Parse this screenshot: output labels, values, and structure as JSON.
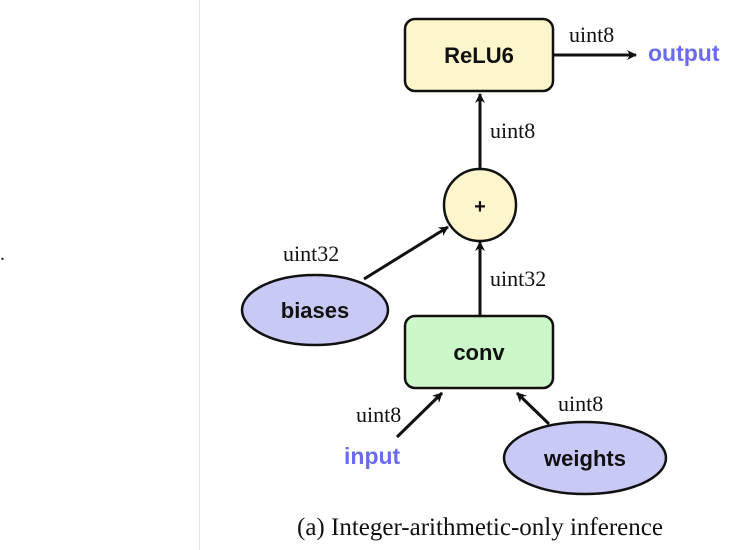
{
  "margin_mark": ".",
  "nodes": {
    "relu6": "ReLU6",
    "add": "+",
    "conv": "conv",
    "biases": "biases",
    "weights": "weights"
  },
  "io": {
    "input": "input",
    "output": "output"
  },
  "edges": {
    "relu_to_output": "uint8",
    "add_to_relu": "uint8",
    "biases_to_add": "uint32",
    "conv_to_add": "uint32",
    "input_to_conv": "uint8",
    "weights_to_conv": "uint8"
  },
  "caption": "(a) Integer-arithmetic-only inference",
  "colors": {
    "box_fill_yellow": "#fdf6cc",
    "box_fill_green": "#ccf7c9",
    "ellipse_fill": "#c9c9f5",
    "io_text": "#6b6bef",
    "stroke": "#111111"
  }
}
